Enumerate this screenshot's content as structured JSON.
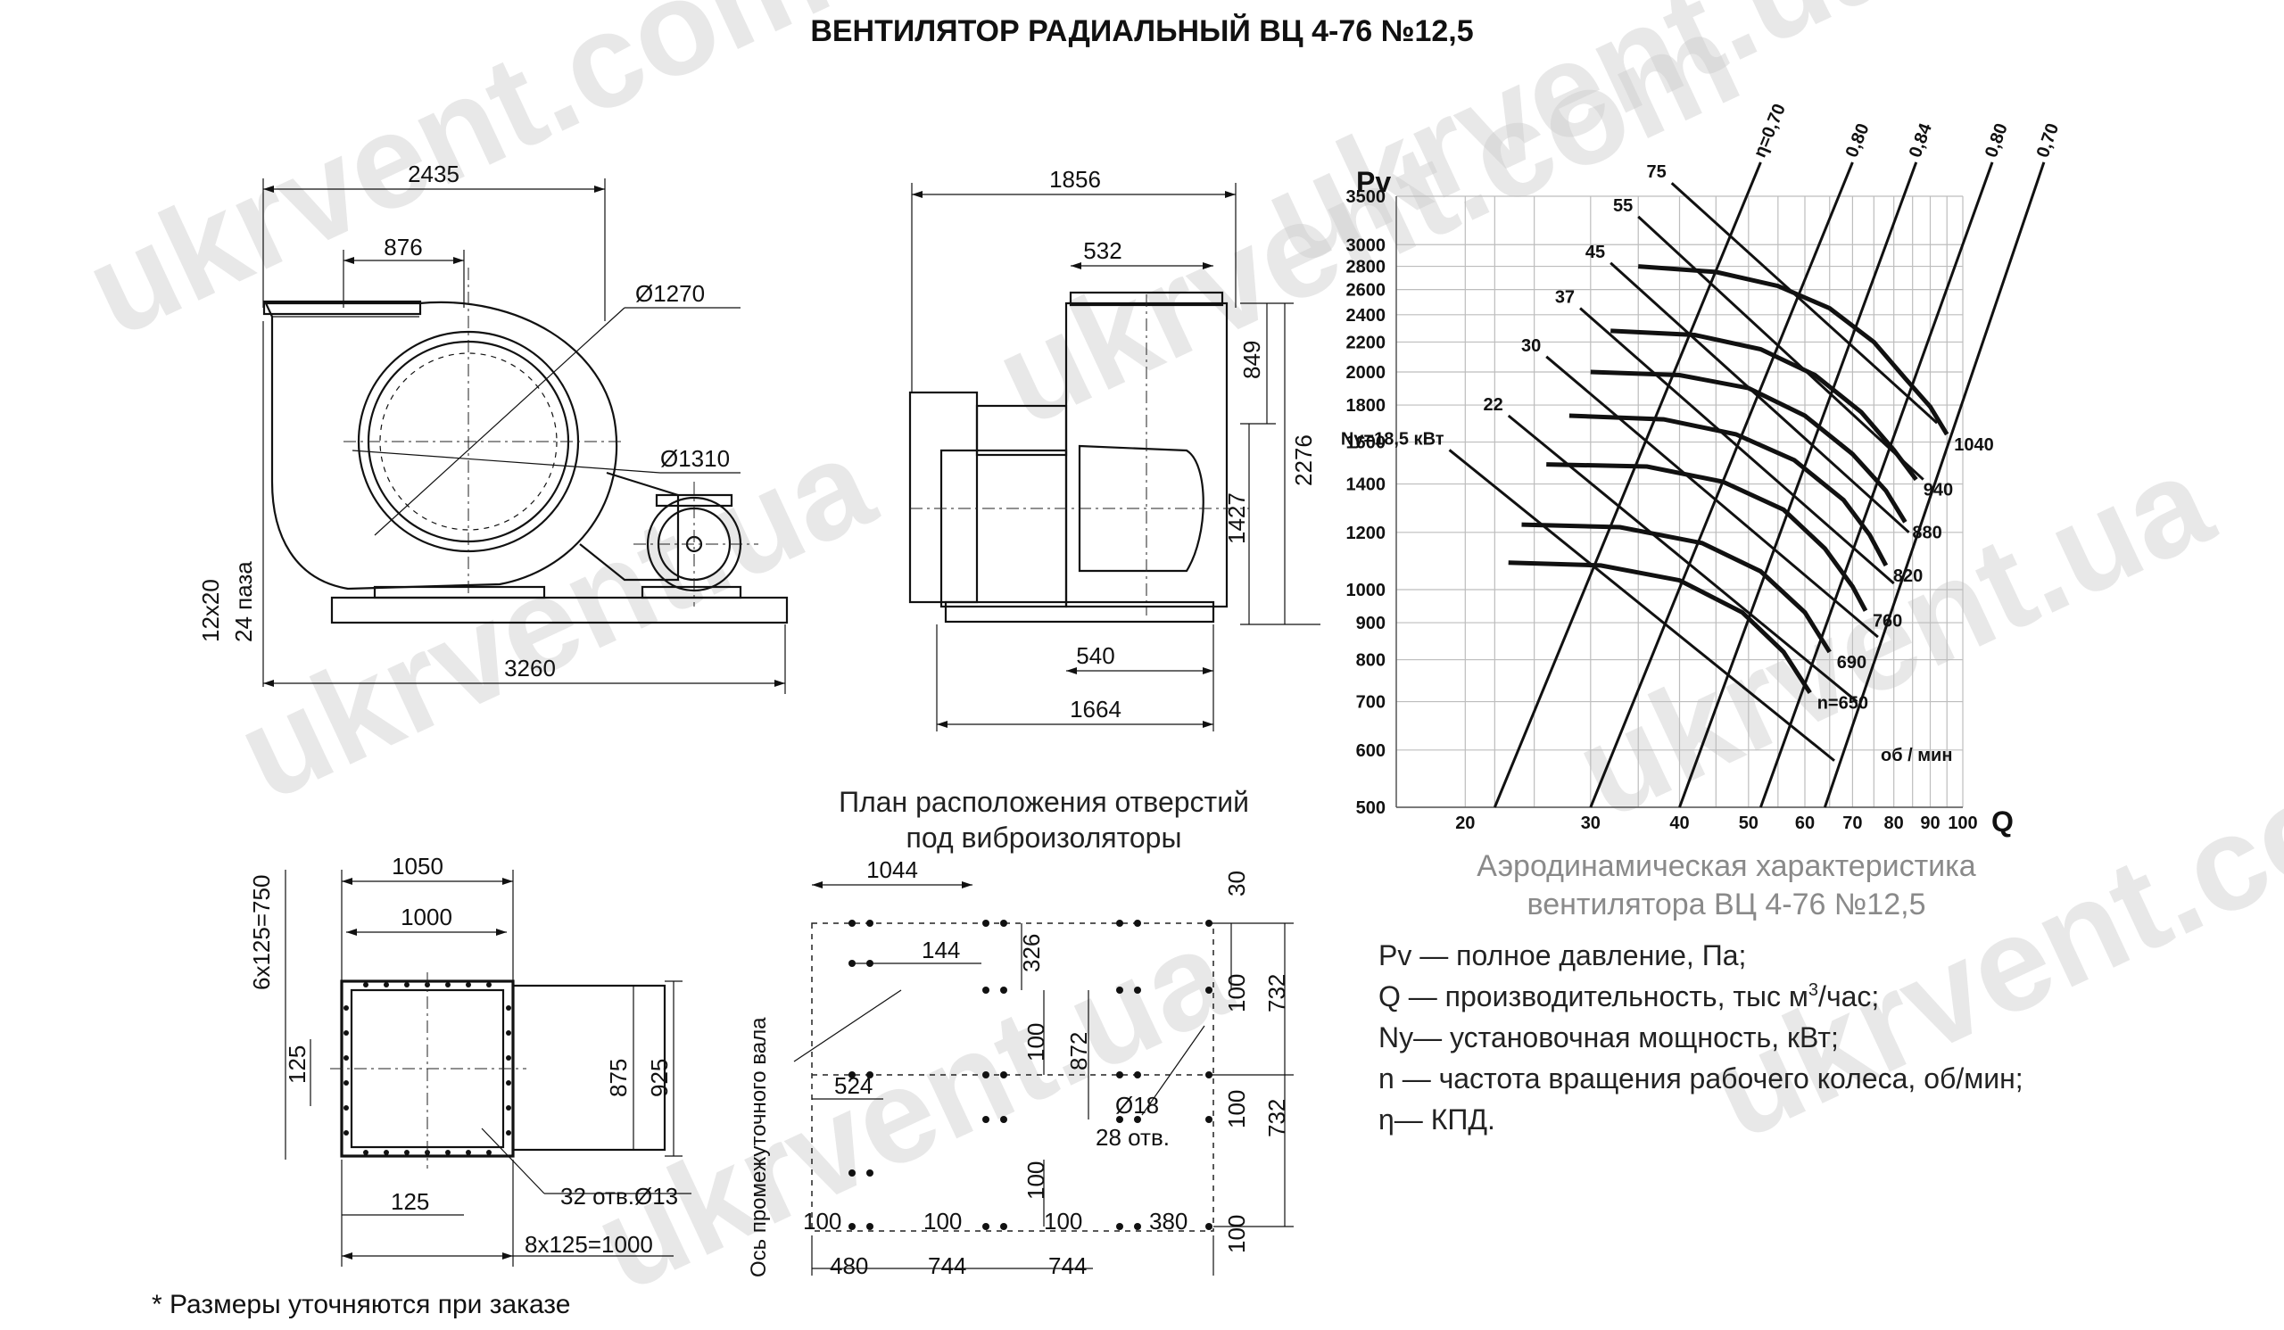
{
  "title": "ВЕНТИЛЯТОР РАДИАЛЬНЫЙ ВЦ 4-76 №12,5",
  "watermarks": [
    "ukrvent.com",
    "ukrvent.ua"
  ],
  "front_view": {
    "dims": {
      "overall_top": "2435",
      "outlet_width": "876",
      "diameter_outer": "Ø1270",
      "diameter_inner": "Ø1310",
      "slots": "12x20",
      "slots_count": "24 паза",
      "overall_bottom": "3260"
    }
  },
  "side_view": {
    "dims": {
      "top_width": "1856",
      "flange_width": "532",
      "outlet_height": "849",
      "total_height": "2276",
      "axis_height": "1427",
      "base_offset": "540",
      "base_width": "1664"
    }
  },
  "flange_view": {
    "dims": {
      "outer_width": "1050",
      "inner_width": "1000",
      "side_pitch": "6х125=750",
      "pitch": "125",
      "inner_height": "875",
      "outer_height": "925",
      "holes": "32 отв.Ø13",
      "bottom_pitch": "125",
      "bottom_total": "8х125=1000"
    }
  },
  "hole_plan": {
    "title_line1": "План расположения отверстий",
    "title_line2": "под виброизоляторы",
    "axis_label": "Ось промежуточного вала",
    "dims": {
      "top": "1044",
      "d144": "144",
      "d326": "326",
      "d524": "524",
      "d100_v1": "100",
      "d872": "872",
      "hole_d": "Ø18",
      "hole_count": "28 отв.",
      "d100_v2": "100",
      "d30": "30",
      "d100_r1": "100",
      "d732_1": "732",
      "d100_r2": "100",
      "d732_2": "732",
      "d100_r3": "100",
      "b100_1": "100",
      "b100_2": "100",
      "b100_3": "100",
      "b380": "380",
      "b480": "480",
      "b744_1": "744",
      "b744_2": "744"
    }
  },
  "chart_data": {
    "type": "line",
    "ylabel": "Pv",
    "xlabel": "Q",
    "x_scale": "log",
    "y_scale": "log",
    "xlim": [
      16,
      100
    ],
    "ylim": [
      500,
      3500
    ],
    "x_ticks": [
      20,
      30,
      40,
      50,
      60,
      70,
      80,
      90,
      100
    ],
    "y_ticks": [
      500,
      600,
      700,
      800,
      900,
      1000,
      1200,
      1400,
      1600,
      1800,
      2000,
      2200,
      2400,
      2600,
      2800,
      3000,
      3500
    ],
    "x_grid": [
      20,
      22,
      25,
      30,
      35,
      40,
      45,
      50,
      55,
      60,
      65,
      70,
      75,
      80,
      85,
      90,
      95,
      100
    ],
    "grid": true,
    "series": [
      {
        "name": "1040",
        "x": [
          35,
          45,
          55,
          65,
          75,
          83,
          90,
          95
        ],
        "y": [
          2800,
          2750,
          2630,
          2450,
          2200,
          1960,
          1790,
          1640
        ]
      },
      {
        "name": "940",
        "x": [
          32,
          42,
          52,
          62,
          72,
          80,
          86
        ],
        "y": [
          2280,
          2250,
          2150,
          1980,
          1760,
          1560,
          1420
        ]
      },
      {
        "name": "880",
        "x": [
          30,
          40,
          50,
          60,
          70,
          78,
          83
        ],
        "y": [
          2000,
          1980,
          1900,
          1740,
          1540,
          1370,
          1240
        ]
      },
      {
        "name": "820",
        "x": [
          28,
          38,
          48,
          58,
          68,
          74,
          78
        ],
        "y": [
          1740,
          1720,
          1640,
          1510,
          1330,
          1190,
          1080
        ]
      },
      {
        "name": "760",
        "x": [
          26,
          36,
          46,
          56,
          64,
          70,
          73
        ],
        "y": [
          1490,
          1480,
          1410,
          1290,
          1140,
          1010,
          935
        ]
      },
      {
        "name": "690",
        "x": [
          24,
          33,
          43,
          52,
          60,
          65
        ],
        "y": [
          1230,
          1220,
          1160,
          1060,
          930,
          820
        ]
      },
      {
        "name": "n=650",
        "x": [
          23,
          31,
          40,
          49,
          56,
          61
        ],
        "y": [
          1090,
          1080,
          1030,
          930,
          820,
          720
        ]
      }
    ],
    "power_lines": [
      {
        "label": "75",
        "x": [
          39,
          92
        ],
        "y": [
          3650,
          1700
        ]
      },
      {
        "label": "55",
        "x": [
          35,
          88
        ],
        "y": [
          3280,
          1420
        ]
      },
      {
        "label": "45",
        "x": [
          32,
          84
        ],
        "y": [
          2830,
          1200
        ]
      },
      {
        "label": "37",
        "x": [
          29,
          80
        ],
        "y": [
          2450,
          1020
        ]
      },
      {
        "label": "30",
        "x": [
          26,
          76
        ],
        "y": [
          2100,
          860
        ]
      },
      {
        "label": "22",
        "x": [
          23,
          71
        ],
        "y": [
          1740,
          700
        ]
      },
      {
        "label": "Ny=18,5  кВт",
        "x": [
          19,
          66
        ],
        "y": [
          1560,
          580
        ]
      }
    ],
    "efficiency_lines": [
      {
        "label": "η=0,70",
        "x": [
          22,
          52
        ],
        "y": [
          500,
          3900
        ]
      },
      {
        "label": "0,80",
        "x": [
          30,
          70
        ],
        "y": [
          500,
          3900
        ]
      },
      {
        "label": "0,84",
        "x": [
          40,
          86
        ],
        "y": [
          500,
          3900
        ]
      },
      {
        "label": "0,80",
        "x": [
          52,
          110
        ],
        "y": [
          500,
          3900
        ]
      },
      {
        "label": "0,70",
        "x": [
          64,
          130
        ],
        "y": [
          500,
          3900
        ]
      }
    ],
    "labels": {
      "rpm_unit": "об / мин"
    },
    "caption_line1": "Аэродинамическая характеристика",
    "caption_line2": "вентилятора  ВЦ 4-76 №12,5"
  },
  "legend": {
    "pv": "Pv — полное давление, Па;",
    "q_prefix": "Q  — производительность, тыс м",
    "q_sup": "3",
    "q_suffix": "/час;",
    "ny": "Ny— установочная мощность, кВт;",
    "n": "n — частота вращения рабочего колеса,  об/мин;",
    "eta": "η— КПД."
  },
  "note": "* Размеры уточняются при заказе"
}
